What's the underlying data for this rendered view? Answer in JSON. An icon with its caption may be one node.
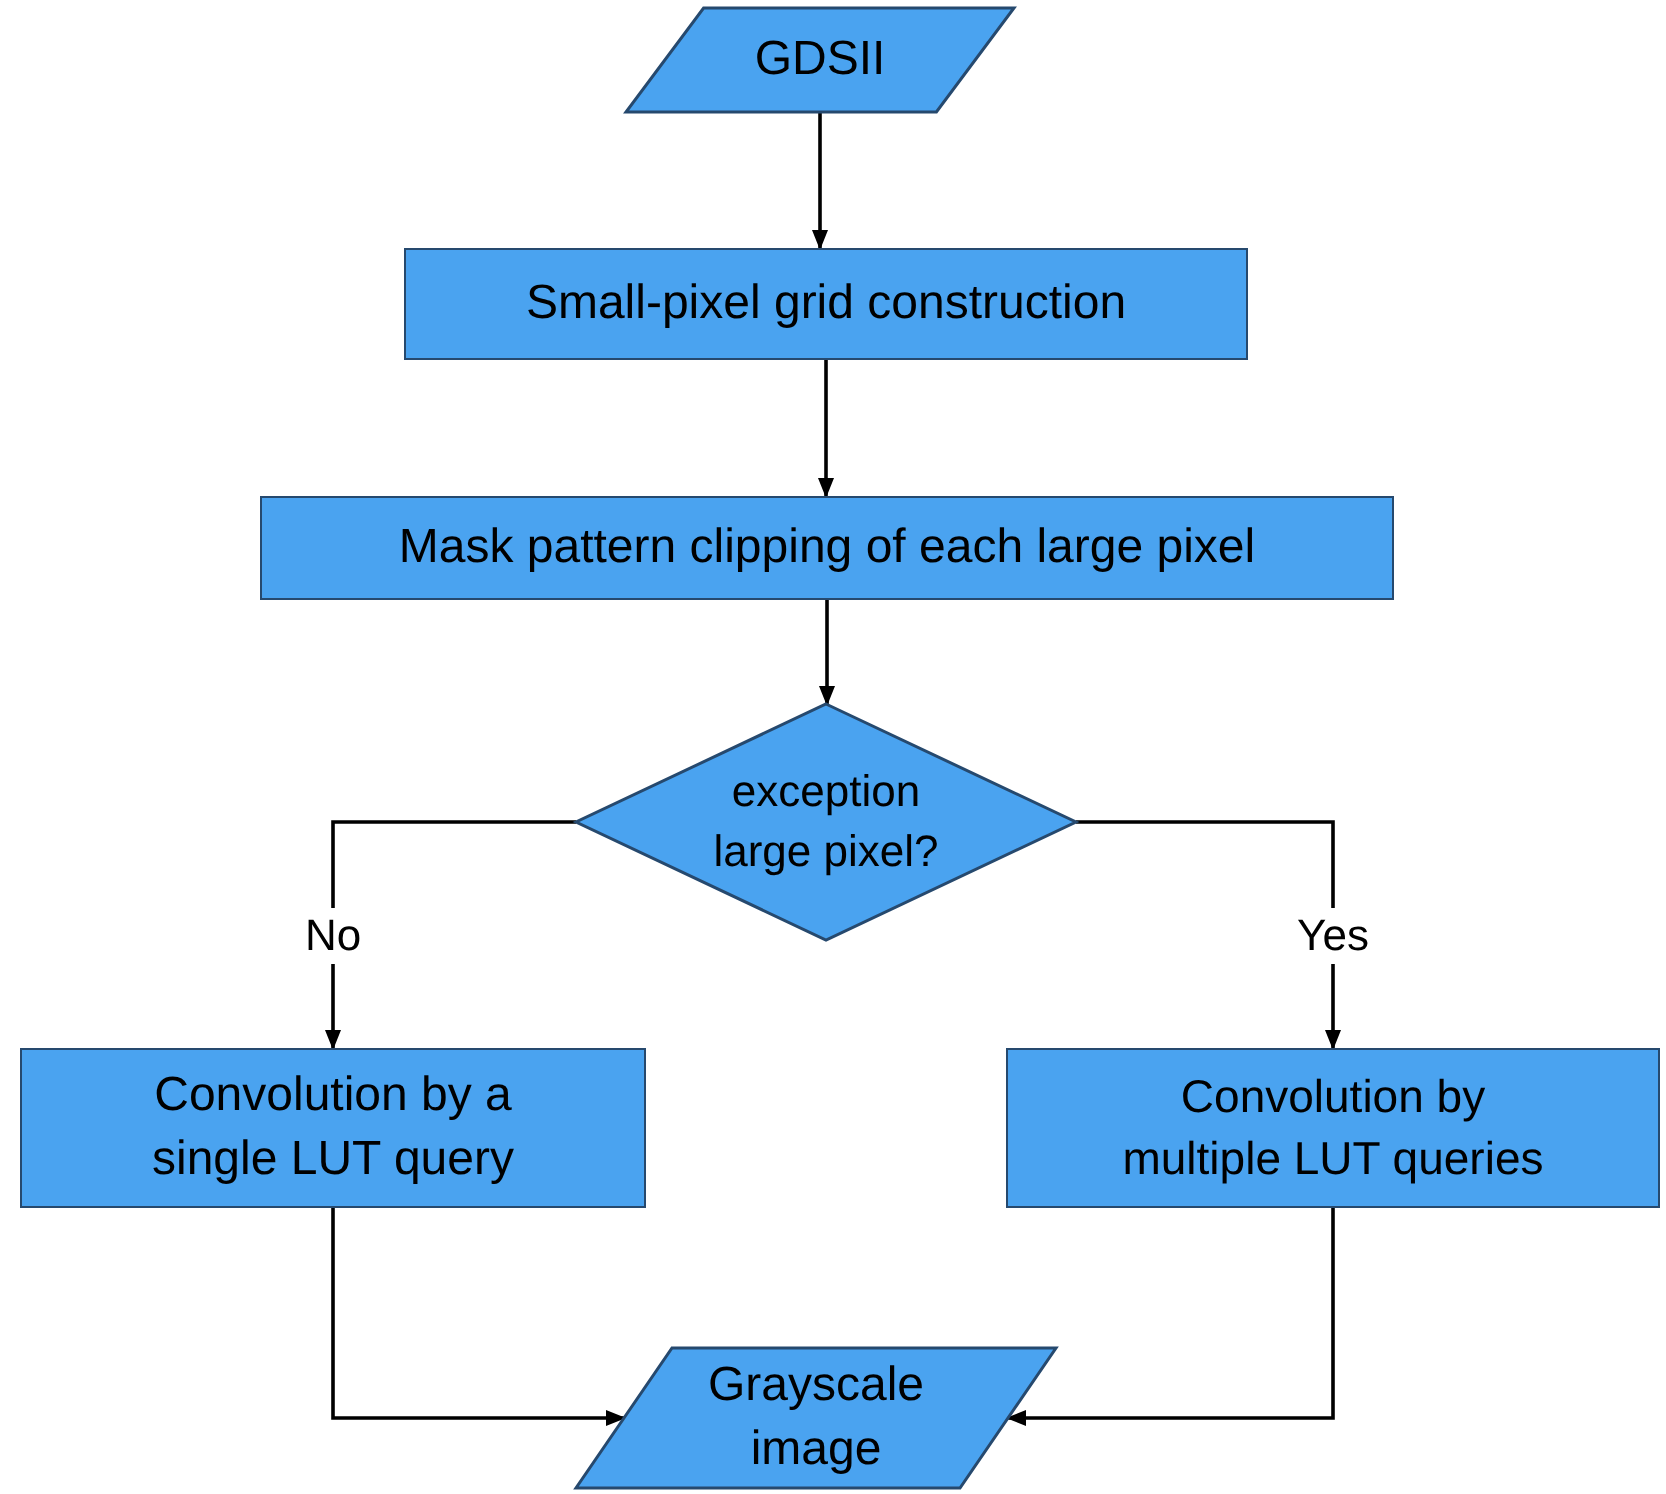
{
  "diagram": {
    "nodes": [
      {
        "text": [
          "GDSII"
        ]
      },
      {
        "text": [
          "Small-pixel grid construction"
        ]
      },
      {
        "text": [
          "Mask pattern clipping of each large pixel"
        ]
      },
      {
        "text": [
          "exception large pixel?"
        ]
      },
      {
        "text": [
          "Convolution by a single LUT query"
        ]
      },
      {
        "text": [
          "Convolution by multiple LUT queries"
        ]
      },
      {
        "text": [
          "Grayscale image"
        ]
      }
    ],
    "edges": [
      {
        "from": 0,
        "to": 1,
        "arrow": "to"
      },
      {
        "from": 1,
        "to": 2,
        "arrow": "to"
      },
      {
        "from": 2,
        "to": 3,
        "arrow": "to"
      },
      {
        "from": 3,
        "to": 4,
        "arrow": "to",
        "label": "No"
      },
      {
        "from": 3,
        "to": 5,
        "arrow": "to",
        "label": "Yes"
      },
      {
        "from": 4,
        "to": 6,
        "arrow": "to"
      },
      {
        "from": 5,
        "to": 6,
        "arrow": "to"
      }
    ]
  }
}
